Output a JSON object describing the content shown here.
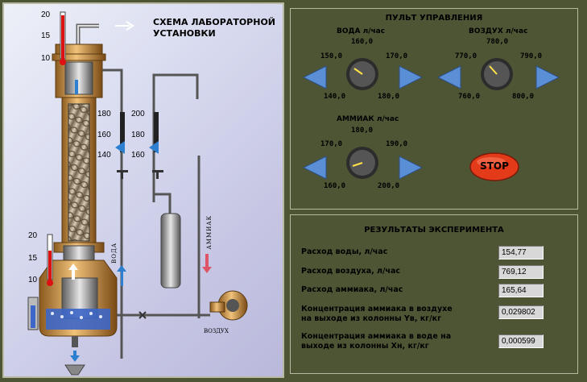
{
  "scheme": {
    "title": "СХЕМА ЛАБОРАТОРНОЙ\nУСТАНОВКИ",
    "label_water": "ВОДА",
    "label_ammonia": "АММИАК",
    "label_air": "ВОЗДУХ",
    "thermo_top_ticks": [
      "20",
      "15",
      "10"
    ],
    "thermo_bottom_ticks": [
      "20",
      "15",
      "10"
    ],
    "rota1_ticks": [
      "180",
      "160",
      "140"
    ],
    "rota2_ticks": [
      "200",
      "180",
      "160"
    ]
  },
  "control": {
    "title": "ПУЛЬТ УПРАВЛЕНИЯ",
    "water": {
      "label": "ВОДА л/час",
      "ticks": [
        "150,0",
        "160,0",
        "170,0",
        "140,0",
        "180,0"
      ],
      "value": 154.77
    },
    "air": {
      "label": "ВОЗДУХ л/час",
      "ticks": [
        "770,0",
        "780,0",
        "790,0",
        "760,0",
        "800,0"
      ],
      "value": 769.12
    },
    "ammonia": {
      "label": "АММИАК л/час",
      "ticks": [
        "170,0",
        "180,0",
        "190,0",
        "160,0",
        "200,0"
      ],
      "value": 165.64
    },
    "stop_label": "STOP",
    "colors": {
      "arrow": "#5a8fd6",
      "stop": "#e33a1a",
      "knob": "#3a3a3a"
    }
  },
  "results": {
    "title": "РЕЗУЛЬТАТЫ ЭКСПЕРИМЕНТА",
    "rows": [
      {
        "label": "Расход воды, л/час",
        "value": "154,77"
      },
      {
        "label": "Расход воздуха, л/час",
        "value": "769,12"
      },
      {
        "label": "Расход аммиака, л/час",
        "value": "165,64"
      },
      {
        "label": "Концентрация аммиака в воздухе\nна выходе из колонны Yв, кг/кг",
        "value": "0,029802"
      },
      {
        "label": "Концентрация аммиака в воде на\nвыходе из колонны Xн, кг/кг",
        "value": "0,000599"
      }
    ]
  }
}
